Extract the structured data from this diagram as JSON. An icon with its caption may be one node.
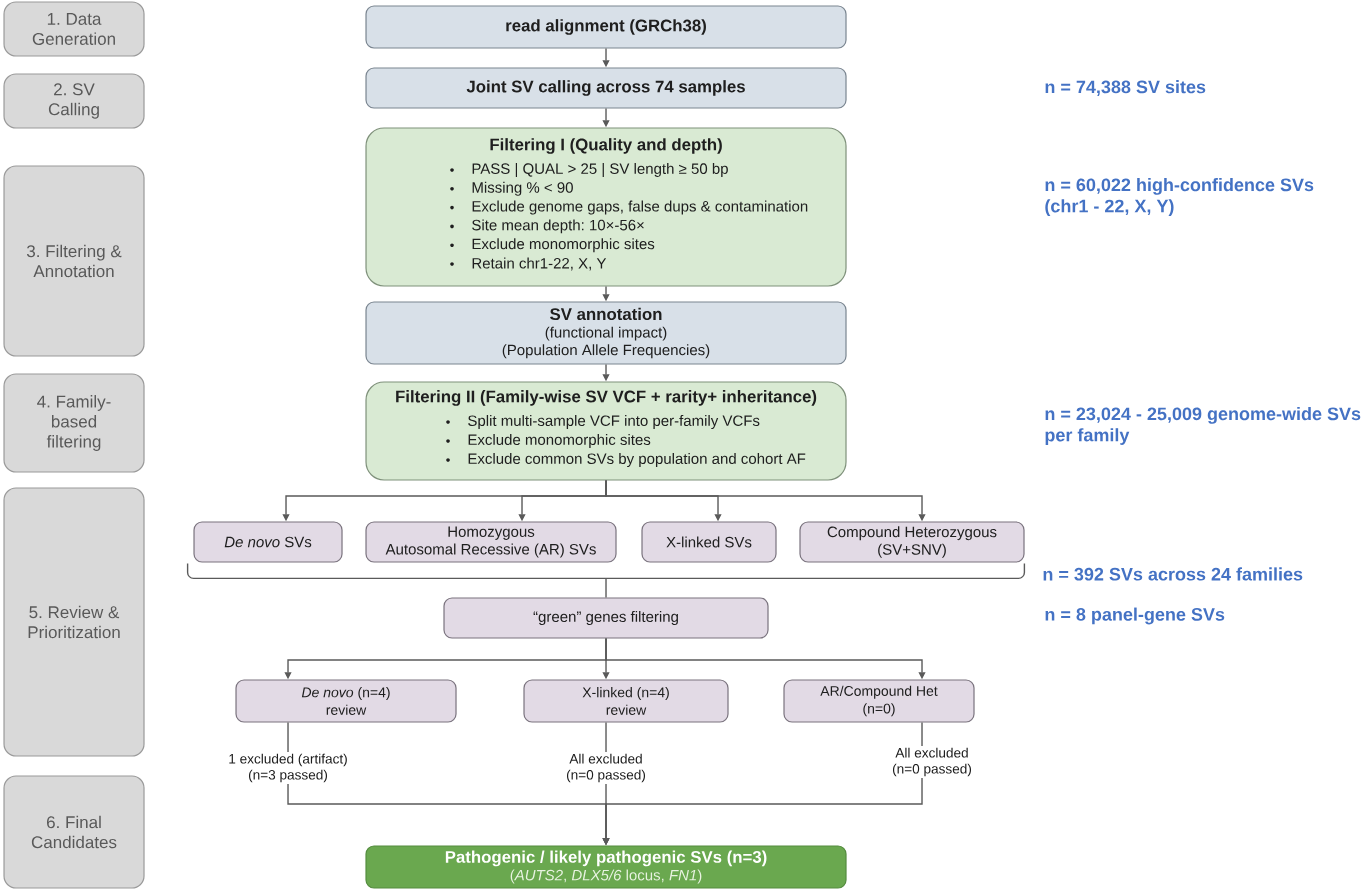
{
  "diagram": {
    "nodes": [
      {
        "text": [
          "1. Data Generation"
        ]
      },
      {
        "text": [
          "2. SV Calling"
        ]
      },
      {
        "text": [
          "3. Filtering & Annotation"
        ]
      },
      {
        "text": [
          "4. Family-based filtering"
        ]
      },
      {
        "text": [
          "5. Review & Prioritization"
        ]
      },
      {
        "text": [
          "6. Final Candidates"
        ]
      },
      {
        "text": [
          "read alignment (GRCh38)"
        ]
      },
      {
        "text": [
          "Joint SV calling across 74 samples"
        ]
      },
      {
        "text": [
          "Filtering I (Quality and depth)",
          "PASS | QUAL > 25 | SV length ≥ 50 bp",
          "Missing % < 90",
          "Exclude genome gaps, false dups & contamination",
          "Site mean depth: 10×-56×",
          "Exclude monomorphic sites",
          "Retain chr1-22, X, Y"
        ]
      },
      {
        "text": [
          "SV annotation",
          "(functional impact)",
          "(Population Allele Frequencies)"
        ]
      },
      {
        "text": [
          "Filtering II (Family-wise SV VCF + rarity+ inheritance)",
          "Split multi-sample VCF into per-family VCFs",
          "Exclude monomorphic sites",
          "Exclude common SVs by population and cohort AF"
        ]
      },
      {
        "text": [
          "*De novo* SVs"
        ]
      },
      {
        "text": [
          "Homozygous",
          "Autosomal Recessive (AR) SVs"
        ]
      },
      {
        "text": [
          "X-linked SVs"
        ]
      },
      {
        "text": [
          "Compound Heterozygous (SV+SNV)"
        ]
      },
      {
        "text": [],
        "shape": "bracket"
      },
      {
        "text": [
          "“green” genes filtering"
        ]
      },
      {
        "text": [
          "*De novo* (n=4) review"
        ]
      },
      {
        "text": [
          "X-linked (n=4) review"
        ]
      },
      {
        "text": [
          "AR/Compound Het (n=0)"
        ]
      },
      {
        "text": [
          "Pathogenic / likely pathogenic SVs (n=3)",
          "(*AUTS2*, *DLX5/6* locus, *FN1*)"
        ]
      }
    ],
    "edges": [
      {
        "from": 6,
        "to": 7,
        "arrow": "to"
      },
      {
        "from": 7,
        "to": 8,
        "arrow": "to"
      },
      {
        "from": 8,
        "to": 9,
        "arrow": "to"
      },
      {
        "from": 9,
        "to": 10,
        "arrow": "to"
      },
      {
        "from": 10,
        "to": 11,
        "arrow": "to"
      },
      {
        "from": 10,
        "to": 12,
        "arrow": "to"
      },
      {
        "from": 10,
        "to": 13,
        "arrow": "to"
      },
      {
        "from": 10,
        "to": 14,
        "arrow": "to"
      },
      {
        "from": 15,
        "to": 16,
        "arrow": "none"
      },
      {
        "from": 16,
        "to": 17,
        "arrow": "to"
      },
      {
        "from": 16,
        "to": 18,
        "arrow": "to"
      },
      {
        "from": 16,
        "to": 19,
        "arrow": "to"
      },
      {
        "from": 17,
        "to": 20,
        "arrow": "to",
        "label": "1 excluded (artifact) (n=3 passed)"
      },
      {
        "from": 18,
        "to": 20,
        "arrow": "to",
        "label": "All excluded (n=0 passed)"
      },
      {
        "from": 19,
        "to": 20,
        "arrow": "to",
        "label": "All excluded (n=0 passed)"
      }
    ],
    "labels": [
      "n = 74,388 SV sites",
      "n = 60,022 high-confidence SVs (chr1 - 22, X, Y)",
      "n = 23,024 - 25,009 genome-wide SVs per family",
      "n = 392 SVs across 24 families",
      "n = 8 panel-gene SVs"
    ]
  }
}
